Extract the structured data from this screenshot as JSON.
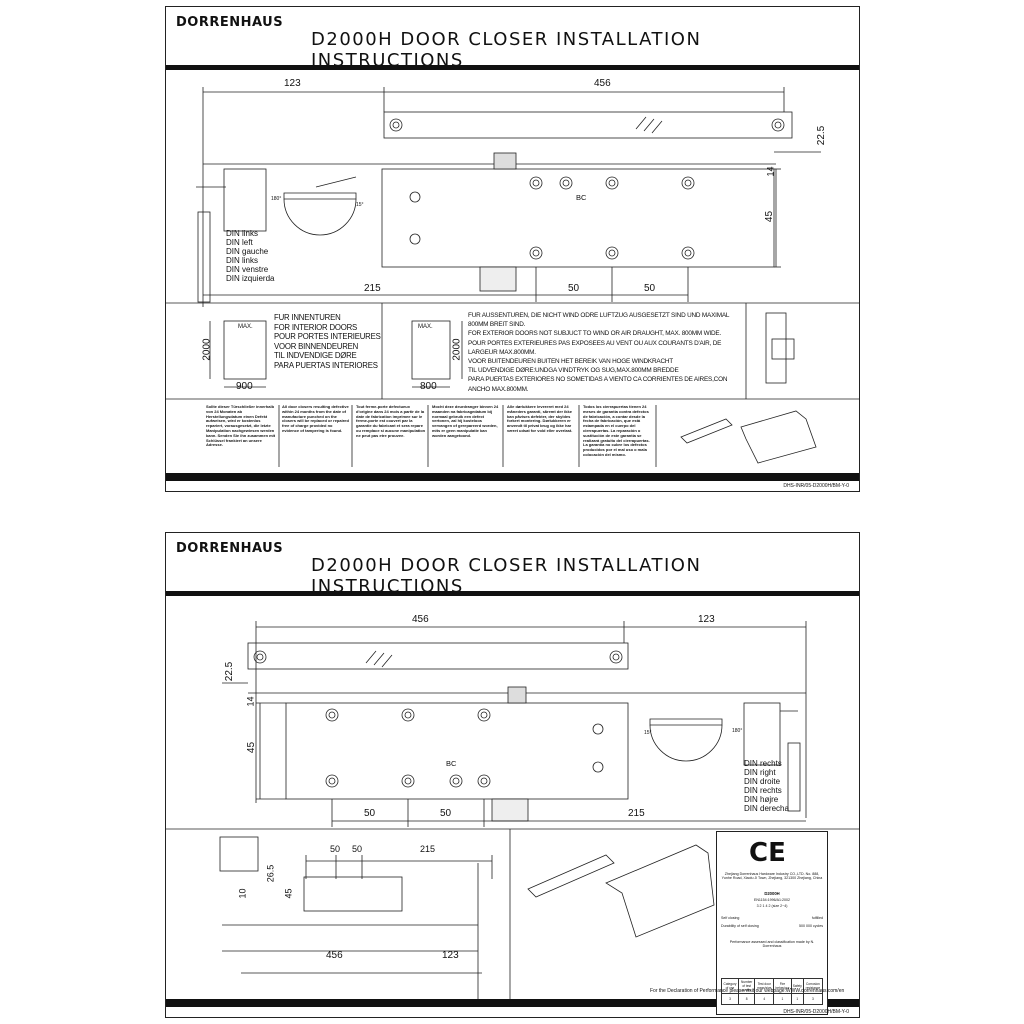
{
  "brand": "DORRENHAUS",
  "title": "D2000H DOOR CLOSER INSTALLATION INSTRUCTIONS",
  "sheet1": {
    "dims": {
      "top_left": "123",
      "top_right": "456",
      "arm_offset": "22.5",
      "body_top": "14",
      "body_height": "45",
      "bottom_left": "215",
      "bottom_mid1": "50",
      "bottom_mid2": "50",
      "bc": "BC",
      "angle_a": "180°",
      "angle_b": "15°"
    },
    "din": [
      "DIN  links",
      "DIN  left",
      "DIN  gauche",
      "DIN  links",
      "DIN  venstre",
      "DIN  izquierda"
    ],
    "interior": {
      "lines": [
        "FUR INNENTUREN",
        "FOR INTERIOR DOORS",
        "POUR PORTES INTERIEURES",
        "VOOR BINNENDEUREN",
        "TIL INDVENDIGE DØRE",
        "PARA PUERTAS INTERIORES"
      ],
      "max": "MAX.",
      "height": "2000",
      "width": "900"
    },
    "exterior": {
      "lines": [
        "FUR AUSSENTUREN, DIE NICHT WIND ODRE LUFTZUG AUSGESETZT SIND UND MAXIMAL",
        "800MM BREIT SIND.",
        "FOR EXTERIOR DOORS NOT SUBJUCT TO WIND OR AIR DRAUGHT, MAX. 800MM WIDE.",
        "POUR PORTES EXTERIEURES PAS EXPOSEES AU VENT OU AUX COURANTS D'AIR, DE",
        "LARGEUR MAX.800MM.",
        "VOOR BUITENDEUREN BUITEN HET BEREIK VAN HOGE WINDKRACHT",
        "TIL UDVENDIGE DØRE:UNDGA VINDTRYK OG SUG,MAX.800MM BREDDE",
        "PARA PUERTAS EXTERIORES NO SOMETIDAS A VIENTO CA CORRIENTES DE AIRES,CON",
        "ANCHO MAX.800MM."
      ],
      "max": "MAX.",
      "height": "2000",
      "width": "800"
    },
    "warnings": [
      "Sollte dieser Türschließer innerhalb von 24 Monaten ab Herstellungsdatum einen Defekt aufweisen, wird er kostenlos repariert, vorausgesetzt, die letzte Manipulation nachgewiesen werden kann. Senden Sie ihn zusammen mit Schlüssel frankiert an unsere Adresse.",
      "All door closers resulting defective within 24 months from the date of manufacture punched on the closers will be replaced or repaired free of charge provided no evidence of tampering is found.",
      "Tout ferme-porte defectueux d'origine dans 24 mois a partir de la date de fabrication imprimee sur le ferme-porte est couvert par la garantie du fabricant et sera repare ou remplace si aucune manipulation ne peut pas etre prouvee.",
      "Mocht deze deurdranger binnen 24 maanden na fabricagedatum bij normaal gebruik een defect vertonen, zal hij kosteloos vervangen of gerepareerd worden, mits er geen manipulatie kan worden aangetoond.",
      "Alle dørlukkere levereret med 24 måneders garanti, såremt der ikke kan påvises defekter, der skyldes forkert montering. Dørlukkeren er anvendt til privat brug og ikke har været udsat for vold eller overlast.",
      "Todos los cierrapuertas tienen 24 meses de garantía contra defectos de fabricación, a contar desde la fecha de fabricación, que está estampada en el cuerpo del cierrapuertas. La reparación o sustitución de este garantía se realizará gratuito del cierrapuertas. La garantía no cubre los defectos producidos por el mal uso o mala colocación del mismo."
    ],
    "code": "DHS-INR/05-D2000H/BM-Y-0"
  },
  "sheet2": {
    "dims": {
      "top_left": "456",
      "top_right": "123",
      "arm_offset": "22.5",
      "body_top": "14",
      "body_height": "45",
      "bottom_mid1": "50",
      "bottom_mid2": "50",
      "bottom_right": "215",
      "bc": "BC",
      "angle_a": "180°",
      "angle_b": "15°"
    },
    "din": [
      "DIN  rechts",
      "DIN  right",
      "DIN  droite",
      "DIN  rechts",
      "DIN  højre",
      "DIN  derecha"
    ],
    "lower_dims": {
      "d1": "50",
      "d2": "50",
      "d3": "215",
      "v1": "26.5",
      "v2": "45",
      "v3": "10",
      "b1": "456",
      "b2": "123"
    },
    "ce": {
      "mark": "CE",
      "company": "Zhejiang Dorrenhaus Hardware Industry CO.,LTD. No. 888, Yunhe Road, Xiaolu Ji Town, Zhejiang, 321300 Zhejiang, China",
      "model": "D2000H",
      "standard": "EN1154:1996/A1:2002",
      "class": "3 2 1 4 2 (size 2~4)",
      "perf1": "Self closing",
      "perf2": "Durability of self closing",
      "pass1": "fulfilled",
      "pass2": "500 000 cycles",
      "note": "Performance assessed and classification made by N. Dorrenhaus",
      "table_head": [
        "Category of use",
        "Number of test cycles",
        "Test door mass/size",
        "Fire behaviour",
        "Safety",
        "Corrosion resistance"
      ],
      "table_row": [
        "3",
        "8",
        "4",
        "1",
        "1",
        "3"
      ]
    },
    "declaration": "For the Declaration of Performance please visit our webpage:WWW.dorrenhaus.com/en",
    "code": "DHS-INR/05-D2000H/BM-Y-0"
  }
}
